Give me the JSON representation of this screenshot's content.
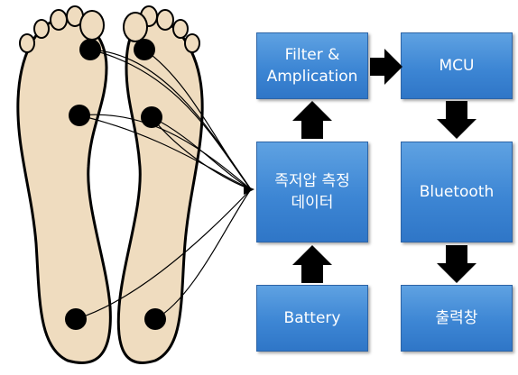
{
  "boxes": {
    "filter": "Filter &\nAmplication",
    "mcu": "MCU",
    "sensor": "족저압 측정\n데이터",
    "bluetooth": "Bluetooth",
    "battery": "Battery",
    "output": "출력창"
  },
  "colors": {
    "box_fill": "#3d86d4",
    "foot_fill": "#efdcbf",
    "outline": "#000000",
    "arrow": "#000000"
  },
  "sensors": [
    "left-big-toe",
    "right-big-toe",
    "left-ball",
    "right-ball",
    "left-heel",
    "right-heel"
  ]
}
